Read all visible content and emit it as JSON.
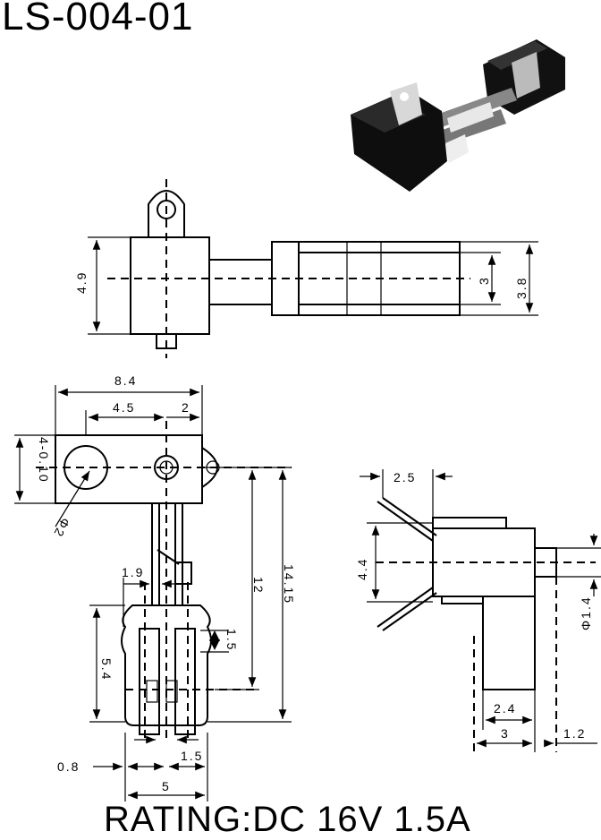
{
  "title": "LS-004-01",
  "rating": "RATING:DC 16V 1.5A",
  "dimensions": {
    "top_height": "4.9",
    "top_inner": "3",
    "top_outer": "3.8",
    "width_total": "8.4",
    "width_45": "4.5",
    "width_2": "2",
    "hole": "4-0.10",
    "phi2": "Φ2",
    "len_12": "12",
    "len_1415": "14.15",
    "pin_19": "1.9",
    "pin_15v": "1.5",
    "pin_54": "5.4",
    "pin_08": "0.8",
    "pin_15": "1.5",
    "base_5": "5",
    "side_25": "2.5",
    "side_44": "4.4",
    "side_phi14": "Φ1.4",
    "side_24": "2.4",
    "side_3": "3",
    "side_12": "1.2"
  }
}
